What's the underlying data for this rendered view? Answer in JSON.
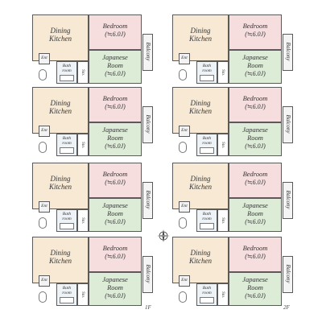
{
  "labels": {
    "dining_kitchen_1": "Dining",
    "dining_kitchen_2": "Kitchen",
    "bedroom": "Bedroom",
    "japanese_room_1": "Japanese",
    "japanese_room_2": "Room",
    "room_size": "(≒6.0J)",
    "bathroom_1": "Bath",
    "bathroom_2": "room",
    "entrance": "Ent",
    "storage": "Sto.",
    "balcony": "Balcony"
  },
  "floors": [
    {
      "label": "1F"
    },
    {
      "label": "2F"
    }
  ],
  "units_per_floor": 4,
  "colors": {
    "dining_kitchen": "#f8e9d4",
    "bedroom": "#f6dede",
    "japanese_room": "#dcecd7",
    "wall": "#5a5a5a"
  },
  "compass_icon": "compass-rose-icon"
}
